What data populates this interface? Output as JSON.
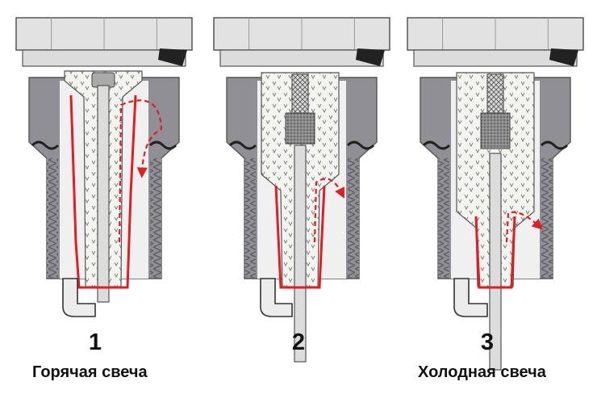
{
  "plugs": [
    {
      "number": "1",
      "caption": "Горячая свеча",
      "insulator_rel": 1.0,
      "heat_path_rel": 1.0
    },
    {
      "number": "2",
      "caption": "",
      "insulator_rel": 0.7,
      "heat_path_rel": 0.45
    },
    {
      "number": "3",
      "caption": "Холодная свеча",
      "insulator_rel": 0.45,
      "heat_path_rel": 0.2
    }
  ],
  "colors": {
    "hex_body": "#e2e2e2",
    "hex_outline": "#555555",
    "shell": "#8f8f95",
    "insulator": "#f3f3ef",
    "insulator_mark": "#7a7a7a",
    "electrode": "#dcdcdc",
    "stud": "#aaaaaa",
    "resistor": "#8a8a8a",
    "heat_path": "#dd1f26",
    "gasket": "#222222",
    "ground_electrode": "#ececec"
  }
}
